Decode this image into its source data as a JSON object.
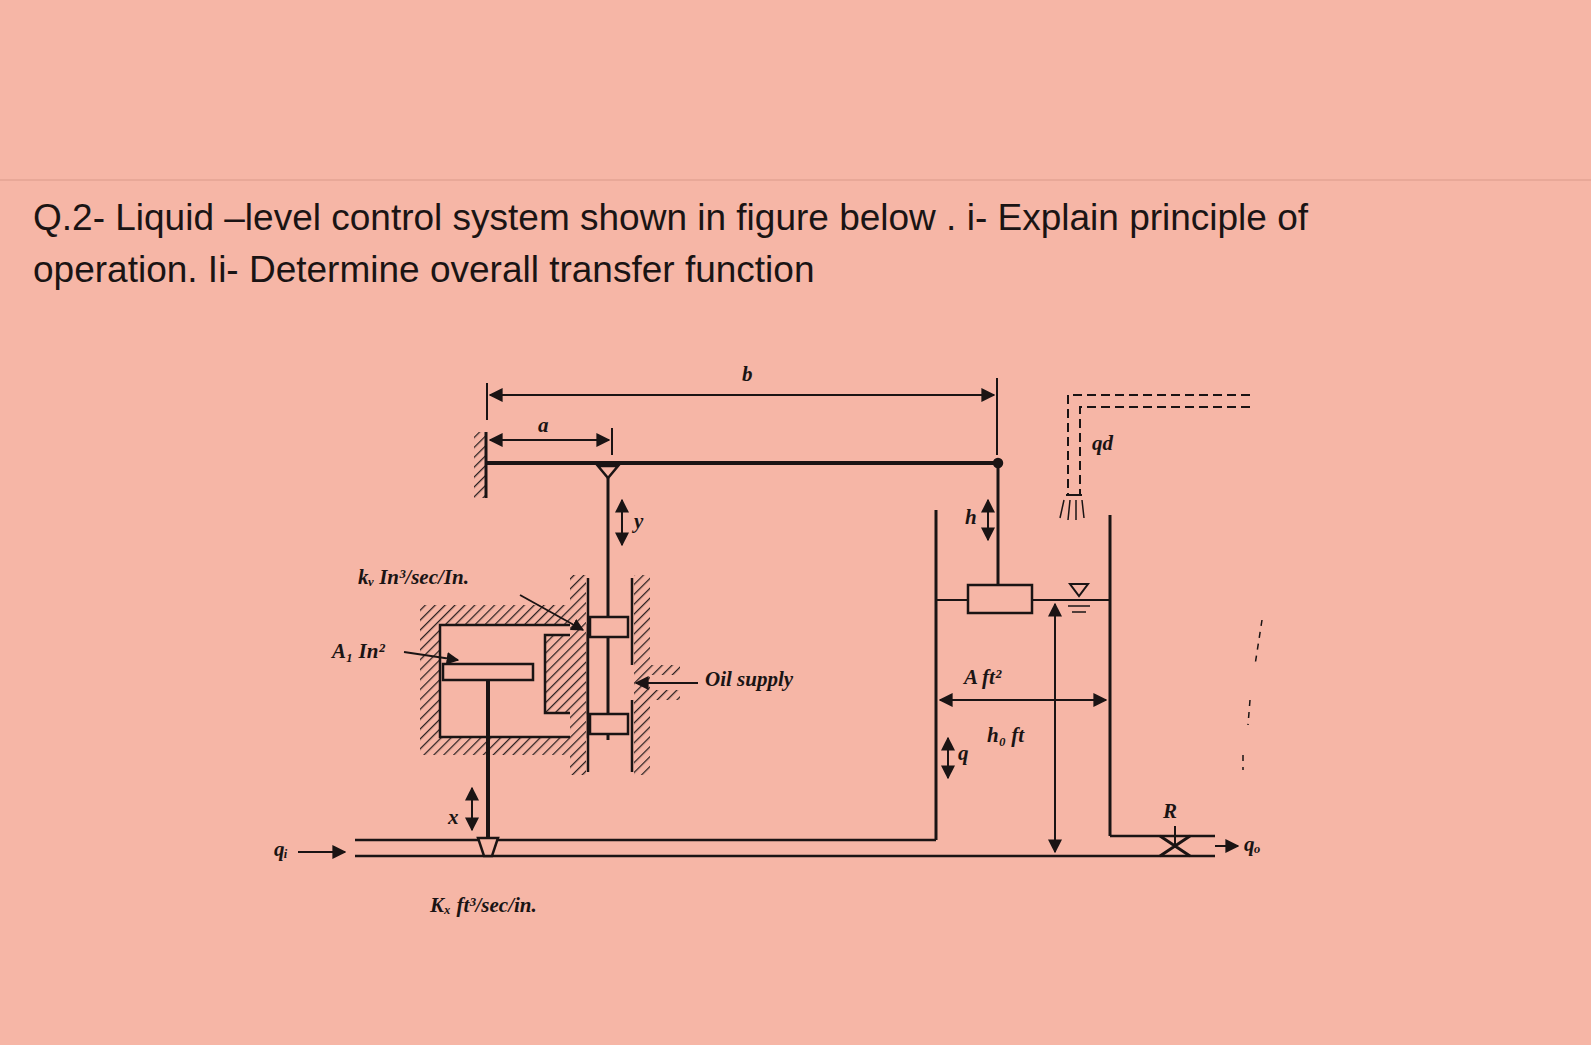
{
  "diagram": {
    "title": "Q.2- Liquid –level control system shown in figure below . i- Explain principle of operation. Ii- Determine overall transfer function",
    "labels": [
      "b",
      "a",
      "y",
      "kᵥ In³/sec/In.",
      "A₁ In²",
      "Oil supply",
      "h",
      "qd",
      "A ft²",
      "h₀ ft",
      "q",
      "x",
      "qᵢ",
      "Kₓ ft³/sec/in.",
      "R",
      "qₒ"
    ]
  }
}
